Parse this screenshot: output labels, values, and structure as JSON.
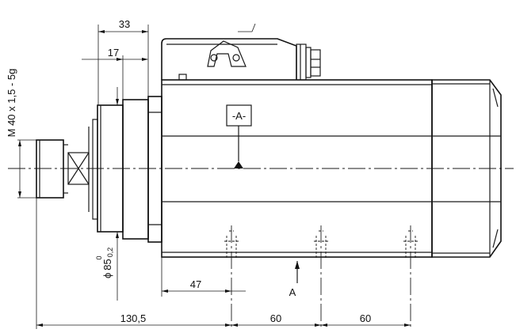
{
  "dimensions": {
    "d33": "33",
    "d17": "17",
    "d47": "47",
    "d130_5": "130,5",
    "d60a": "60",
    "d60b": "60"
  },
  "thread_label": "M 40 x 1,5 - 5g",
  "diameter": {
    "symbol": "ϕ",
    "value": "85",
    "tol_upper": "0",
    "tol_lower": "0,2"
  },
  "datum_label": "-A-",
  "view_label": "A"
}
